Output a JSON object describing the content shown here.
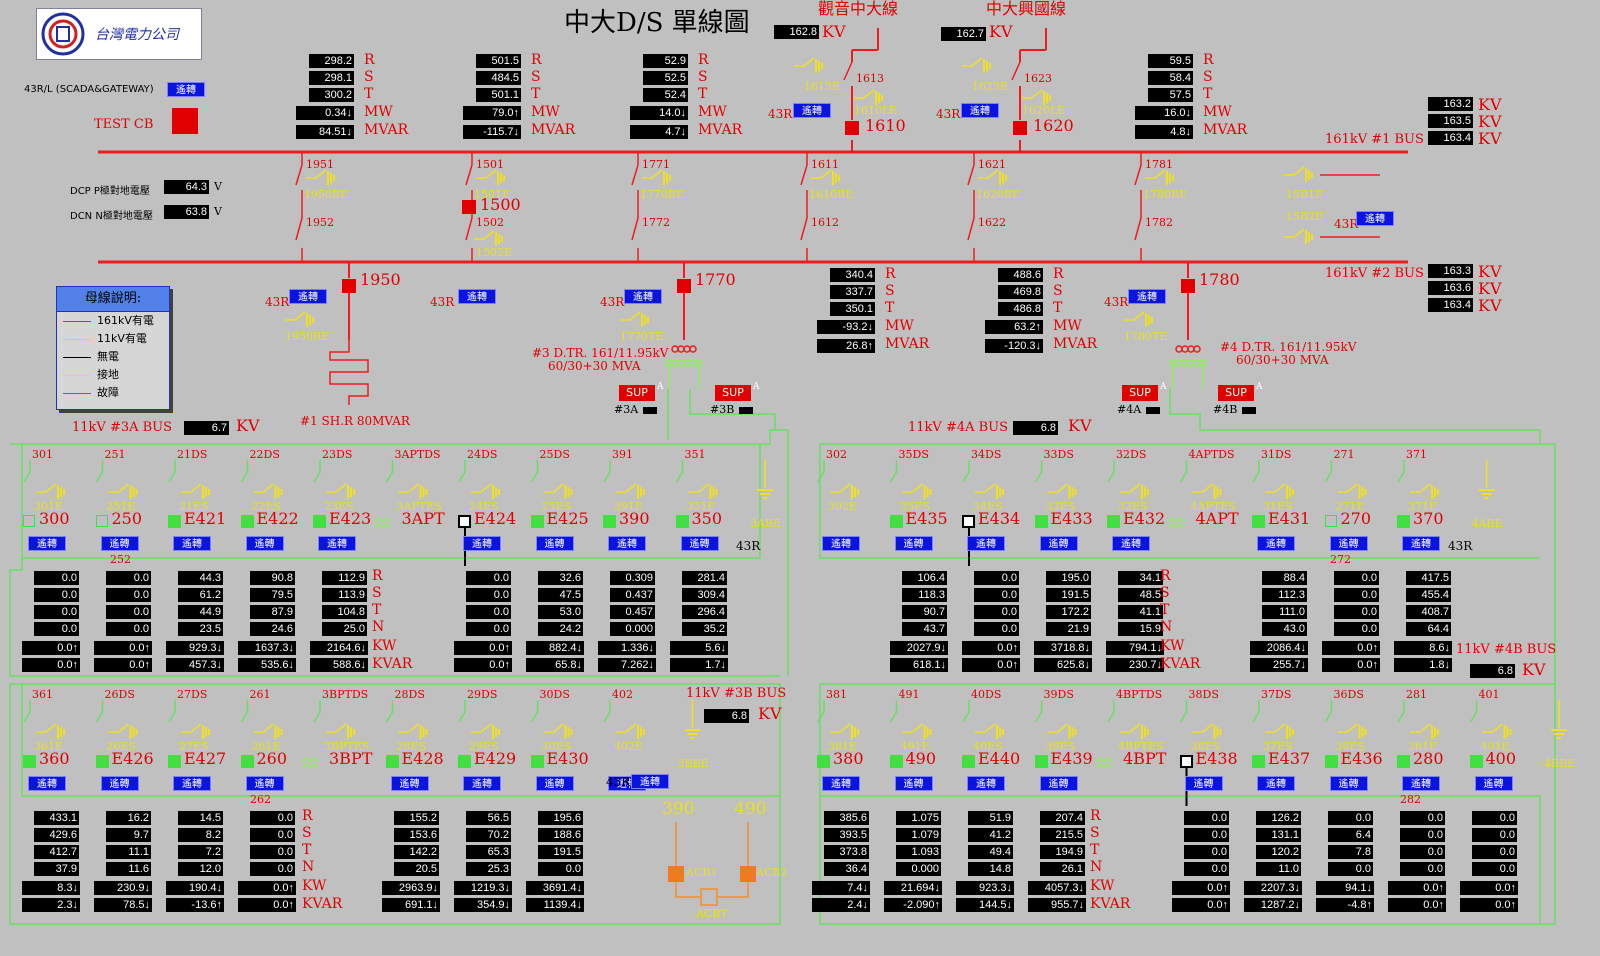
{
  "title": "中大D/S 單線圖",
  "company": "台灣電力公司",
  "btn": "遙轉",
  "scada": "43R/L (SCADA&GATEWAY)",
  "test_cb": "TEST CB",
  "dcp_label": "DCP P極對地電壓",
  "dcp_value": "64.3",
  "dcn_label": "DCN N極對地電壓",
  "dcn_value": "63.8",
  "v": "V",
  "kv": "KV",
  "units": {
    "r": "R",
    "s": "S",
    "t": "T",
    "n": "N",
    "mw": "MW",
    "mvar": "MVAR",
    "kw": "KW",
    "kvar": "KVAR"
  },
  "lines": {
    "guanyin": "觀音中大線",
    "xingguo": "中大興國線",
    "guanyin_kv": "162.8",
    "xingguo_kv": "162.7"
  },
  "bus1": {
    "name": "161kV #1 BUS",
    "kv": [
      "163.2",
      "163.5",
      "163.4"
    ]
  },
  "bus2": {
    "name": "161kV #2 BUS",
    "kv": [
      "163.3",
      "163.6",
      "163.4"
    ]
  },
  "hv_meters": [
    {
      "r": "298.2",
      "s": "298.1",
      "t": "300.2",
      "mw": "0.34↓",
      "mvar": "84.51↓"
    },
    {
      "r": "501.5",
      "s": "484.5",
      "t": "501.1",
      "mw": "79.0↑",
      "mvar": "-115.7↓"
    },
    {
      "r": "52.9",
      "s": "52.5",
      "t": "52.4",
      "mw": "14.0↓",
      "mvar": "4.7↓"
    },
    {
      "r": "59.5",
      "s": "58.4",
      "t": "57.5",
      "mw": "16.0↓",
      "mvar": "4.8↓"
    },
    {
      "r": "340.4",
      "s": "337.7",
      "t": "350.1",
      "mw": "-93.2↓",
      "mvar": "26.8↑"
    },
    {
      "r": "488.6",
      "s": "469.8",
      "t": "486.8",
      "mw": "63.2↑",
      "mvar": "-120.3↓"
    }
  ],
  "hv_labels": {
    "s1951": "1951",
    "s1950be": "1950BE",
    "s1952": "1952",
    "s1950": "1950",
    "s1950re": "1950RE",
    "shr": "#1 SH.R 80MVAR",
    "s1501": "1501",
    "s1501e": "1501E",
    "s1500": "1500",
    "s1502": "1502",
    "s1502e": "1502E",
    "s1771": "1771",
    "s1770be": "1770BE",
    "s1772": "1772",
    "s1770": "1770",
    "s1770te": "1770TE",
    "s1611": "1611",
    "s1610be": "1610BE",
    "s1612": "1612",
    "s1613": "1613",
    "s1613e": "1613E",
    "s1610le": "1610LE",
    "s1610": "1610",
    "s1621": "1621",
    "s1620be": "1620BE",
    "s1622": "1622",
    "s1623": "1623",
    "s1623e": "1623E",
    "s1620le": "1620LE",
    "s1620": "1620",
    "s1781": "1781",
    "s1780be": "1780BE",
    "s1782": "1782",
    "s1780": "1780",
    "s1780te": "1780TE",
    "s15b1e": "15B1E",
    "s15b2e": "15B2E",
    "r43": "43R",
    "tr3a": "#3 D.TR. 161/11.95kV",
    "tr3b": "60/30+30 MVA",
    "tr4a": "#4 D.TR. 161/11.95kV",
    "tr4b": "60/30+30 MVA",
    "sup": "SUP",
    "a": "A",
    "l3a": "#3A",
    "l3b": "#3B",
    "l4a": "#4A",
    "l4b": "#4B"
  },
  "legend": {
    "title": "母線說明:",
    "items": [
      {
        "label": "161kV有電",
        "color": "#ff2020"
      },
      {
        "label": "11kV有電",
        "color": "#90ff40"
      },
      {
        "label": "無電",
        "color": "#000000"
      },
      {
        "label": "接地",
        "color": "#f0e020"
      },
      {
        "label": "故障",
        "color": "#a06020"
      }
    ]
  },
  "bus3a": {
    "name": "11kV #3A BUS",
    "kv": "6.7"
  },
  "bus4a": {
    "name": "11kV #4A BUS",
    "kv": "6.8"
  },
  "bus3b": {
    "name": "11kV #3B BUS",
    "kv": "6.8"
  },
  "bus4b": {
    "name": "11kV #4B BUS",
    "kv": "6.8"
  },
  "f3a": [
    {
      "top": "301",
      "ge": "301E",
      "name": "300",
      "box": "open"
    },
    {
      "top": "251",
      "ge": "251E",
      "name": "250",
      "box": "open"
    },
    {
      "top": "21DS",
      "ge": "21ES",
      "name": "E421",
      "box": "green"
    },
    {
      "top": "22DS",
      "ge": "22ES",
      "name": "E422",
      "box": "green"
    },
    {
      "top": "23DS",
      "ge": "23ES",
      "name": "E423",
      "box": "green"
    },
    {
      "top": "3APTDS",
      "ge": "3APTES",
      "name": "3APT",
      "box": "pt"
    },
    {
      "top": "24DS",
      "ge": "24ES",
      "name": "E424",
      "box": "black"
    },
    {
      "top": "25DS",
      "ge": "25ES",
      "name": "E425",
      "box": "green"
    },
    {
      "top": "391",
      "ge": "391E",
      "name": "390",
      "box": "green"
    },
    {
      "top": "351",
      "ge": "351E",
      "name": "350",
      "box": "green"
    },
    {
      "top": "",
      "ge": "3ABE",
      "name": "",
      "box": "gnd"
    }
  ],
  "m3a": [
    {
      "r": "0.0",
      "s": "0.0",
      "t": "0.0",
      "n": "0.0",
      "kw": "0.0↑",
      "kvar": "0.0↑"
    },
    {
      "r": "0.0",
      "s": "0.0",
      "t": "0.0",
      "n": "0.0",
      "kw": "0.0↑",
      "kvar": "0.0↑"
    },
    {
      "r": "44.3",
      "s": "61.2",
      "t": "44.9",
      "n": "23.5",
      "kw": "929.3↓",
      "kvar": "457.3↓"
    },
    {
      "r": "90.8",
      "s": "79.5",
      "t": "87.9",
      "n": "24.6",
      "kw": "1637.3↓",
      "kvar": "535.6↓"
    },
    {
      "r": "112.9",
      "s": "113.9",
      "t": "104.8",
      "n": "25.0",
      "kw": "2164.6↓",
      "kvar": "588.6↓"
    },
    null,
    {
      "r": "0.0",
      "s": "0.0",
      "t": "0.0",
      "n": "0.0",
      "kw": "0.0↑",
      "kvar": "0.0↑"
    },
    {
      "r": "32.6",
      "s": "47.5",
      "t": "53.0",
      "n": "24.2",
      "kw": "882.4↓",
      "kvar": "65.8↓"
    },
    {
      "r": "0.309",
      "s": "0.437",
      "t": "0.457",
      "n": "0.000",
      "kw": "1.336↓",
      "kvar": "7.262↓"
    },
    {
      "r": "281.4",
      "s": "309.4",
      "t": "296.4",
      "n": "35.2",
      "kw": "5.6↓",
      "kvar": "1.7↓"
    }
  ],
  "f4a": [
    {
      "top": "302",
      "ge": "302E",
      "name": "",
      "box": "none"
    },
    {
      "top": "35DS",
      "ge": "35ES",
      "name": "E435",
      "box": "green"
    },
    {
      "top": "34DS",
      "ge": "34ES",
      "name": "E434",
      "box": "black"
    },
    {
      "top": "33DS",
      "ge": "33ES",
      "name": "E433",
      "box": "green"
    },
    {
      "top": "32DS",
      "ge": "32ES",
      "name": "E432",
      "box": "green"
    },
    {
      "top": "4APTDS",
      "ge": "4APTES",
      "name": "4APT",
      "box": "pt"
    },
    {
      "top": "31DS",
      "ge": "31ES",
      "name": "E431",
      "box": "green"
    },
    {
      "top": "271",
      "ge": "271E",
      "name": "270",
      "box": "open"
    },
    {
      "top": "371",
      "ge": "371E",
      "name": "370",
      "box": "green"
    },
    {
      "top": "",
      "ge": "4ABE",
      "name": "",
      "box": "gnd"
    }
  ],
  "m4a": [
    null,
    {
      "r": "106.4",
      "s": "118.3",
      "t": "90.7",
      "n": "43.7",
      "kw": "2027.9↓",
      "kvar": "618.1↓"
    },
    {
      "r": "0.0",
      "s": "0.0",
      "t": "0.0",
      "n": "0.0",
      "kw": "0.0↑",
      "kvar": "0.0↑"
    },
    {
      "r": "195.0",
      "s": "191.5",
      "t": "172.2",
      "n": "21.9",
      "kw": "3718.8↓",
      "kvar": "625.8↓"
    },
    {
      "r": "34.1",
      "s": "48.5",
      "t": "41.1",
      "n": "15.9",
      "kw": "794.1↓",
      "kvar": "230.7↓"
    },
    null,
    {
      "r": "88.4",
      "s": "112.3",
      "t": "111.0",
      "n": "43.0",
      "kw": "2086.4↓",
      "kvar": "255.7↓"
    },
    {
      "r": "0.0",
      "s": "0.0",
      "t": "0.0",
      "n": "0.0",
      "kw": "0.0↑",
      "kvar": "0.0↑"
    },
    {
      "r": "417.5",
      "s": "455.4",
      "t": "408.7",
      "n": "64.4",
      "kw": "8.6↓",
      "kvar": "1.8↓"
    }
  ],
  "f3b": [
    {
      "top": "361",
      "ge": "361E",
      "name": "360",
      "box": "green"
    },
    {
      "top": "26DS",
      "ge": "26ES",
      "name": "E426",
      "box": "green"
    },
    {
      "top": "27DS",
      "ge": "27ES",
      "name": "E427",
      "box": "green"
    },
    {
      "top": "261",
      "ge": "261E",
      "name": "260",
      "box": "green"
    },
    {
      "top": "3BPTDS",
      "ge": "3BPTES",
      "name": "3BPT",
      "box": "pt"
    },
    {
      "top": "28DS",
      "ge": "28ES",
      "name": "E428",
      "box": "green"
    },
    {
      "top": "29DS",
      "ge": "29ES",
      "name": "E429",
      "box": "green"
    },
    {
      "top": "30DS",
      "ge": "30ES",
      "name": "E430",
      "box": "green"
    },
    {
      "top": "402",
      "ge": "402E",
      "name": "",
      "box": "none"
    },
    {
      "top": "",
      "ge": "3BBE",
      "name": "",
      "box": "gnd"
    }
  ],
  "m3b": [
    {
      "r": "433.1",
      "s": "429.6",
      "t": "412.7",
      "n": "37.9",
      "kw": "8.3↓",
      "kvar": "2.3↓"
    },
    {
      "r": "16.2",
      "s": "9.7",
      "t": "11.1",
      "n": "11.6",
      "kw": "230.9↓",
      "kvar": "78.5↓"
    },
    {
      "r": "14.5",
      "s": "8.2",
      "t": "7.2",
      "n": "12.0",
      "kw": "190.4↓",
      "kvar": "-13.6↑"
    },
    {
      "r": "0.0",
      "s": "0.0",
      "t": "0.0",
      "n": "0.0",
      "kw": "0.0↑",
      "kvar": "0.0↑"
    },
    null,
    {
      "r": "155.2",
      "s": "153.6",
      "t": "142.2",
      "n": "20.5",
      "kw": "2963.9↓",
      "kvar": "691.1↓"
    },
    {
      "r": "56.5",
      "s": "70.2",
      "t": "65.3",
      "n": "25.3",
      "kw": "1219.3↓",
      "kvar": "354.9↓"
    },
    {
      "r": "195.6",
      "s": "188.6",
      "t": "191.5",
      "n": "0.0",
      "kw": "3691.4↓",
      "kvar": "1139.4↓"
    }
  ],
  "f4b": [
    {
      "top": "381",
      "ge": "381E",
      "name": "380",
      "box": "green"
    },
    {
      "top": "491",
      "ge": "491E",
      "name": "490",
      "box": "green"
    },
    {
      "top": "40DS",
      "ge": "40ES",
      "name": "E440",
      "box": "green"
    },
    {
      "top": "39DS",
      "ge": "39ES",
      "name": "E439",
      "box": "green"
    },
    {
      "top": "4BPTDS",
      "ge": "4BPTES",
      "name": "4BPT",
      "box": "pt"
    },
    {
      "top": "38DS",
      "ge": "38ES",
      "name": "E438",
      "box": "black"
    },
    {
      "top": "37DS",
      "ge": "37ES",
      "name": "E437",
      "box": "green"
    },
    {
      "top": "36DS",
      "ge": "36ES",
      "name": "E436",
      "box": "green"
    },
    {
      "top": "281",
      "ge": "281E",
      "name": "280",
      "box": "green"
    },
    {
      "top": "401",
      "ge": "401E",
      "name": "400",
      "box": "green"
    },
    {
      "top": "",
      "ge": "4BBE",
      "name": "",
      "box": "gnd"
    }
  ],
  "m4b": [
    {
      "r": "385.6",
      "s": "393.5",
      "t": "373.8",
      "n": "36.4",
      "kw": "7.4↓",
      "kvar": "2.4↓"
    },
    {
      "r": "1.075",
      "s": "1.079",
      "t": "1.093",
      "n": "0.000",
      "kw": "21.694↓",
      "kvar": "-2.090↑"
    },
    {
      "r": "51.9",
      "s": "41.2",
      "t": "49.4",
      "n": "14.8",
      "kw": "923.3↓",
      "kvar": "144.5↓"
    },
    {
      "r": "207.4",
      "s": "215.5",
      "t": "194.9",
      "n": "26.1",
      "kw": "4057.3↓",
      "kvar": "955.7↓"
    },
    null,
    {
      "r": "0.0",
      "s": "0.0",
      "t": "0.0",
      "n": "0.0",
      "kw": "0.0↑",
      "kvar": "0.0↑"
    },
    {
      "r": "126.2",
      "s": "131.1",
      "t": "120.2",
      "n": "11.0",
      "kw": "2207.3↓",
      "kvar": "1287.2↓"
    },
    {
      "r": "0.0",
      "s": "6.4",
      "t": "7.8",
      "n": "0.0",
      "kw": "94.1↓",
      "kvar": "-4.8↑"
    },
    {
      "r": "0.0",
      "s": "0.0",
      "t": "0.0",
      "n": "0.0",
      "kw": "0.0↑",
      "kvar": "0.0↑"
    },
    {
      "r": "0.0",
      "s": "0.0",
      "t": "0.0",
      "n": "0.0",
      "kw": "0.0↑",
      "kvar": "0.0↑"
    }
  ],
  "tie": {
    "s252": "252",
    "s262": "262",
    "s272": "272",
    "s282": "282"
  },
  "acb": {
    "left": "390",
    "right": "490",
    "acb1": "ACB1",
    "acb2": "ACB2",
    "acbt": "ACBT"
  }
}
